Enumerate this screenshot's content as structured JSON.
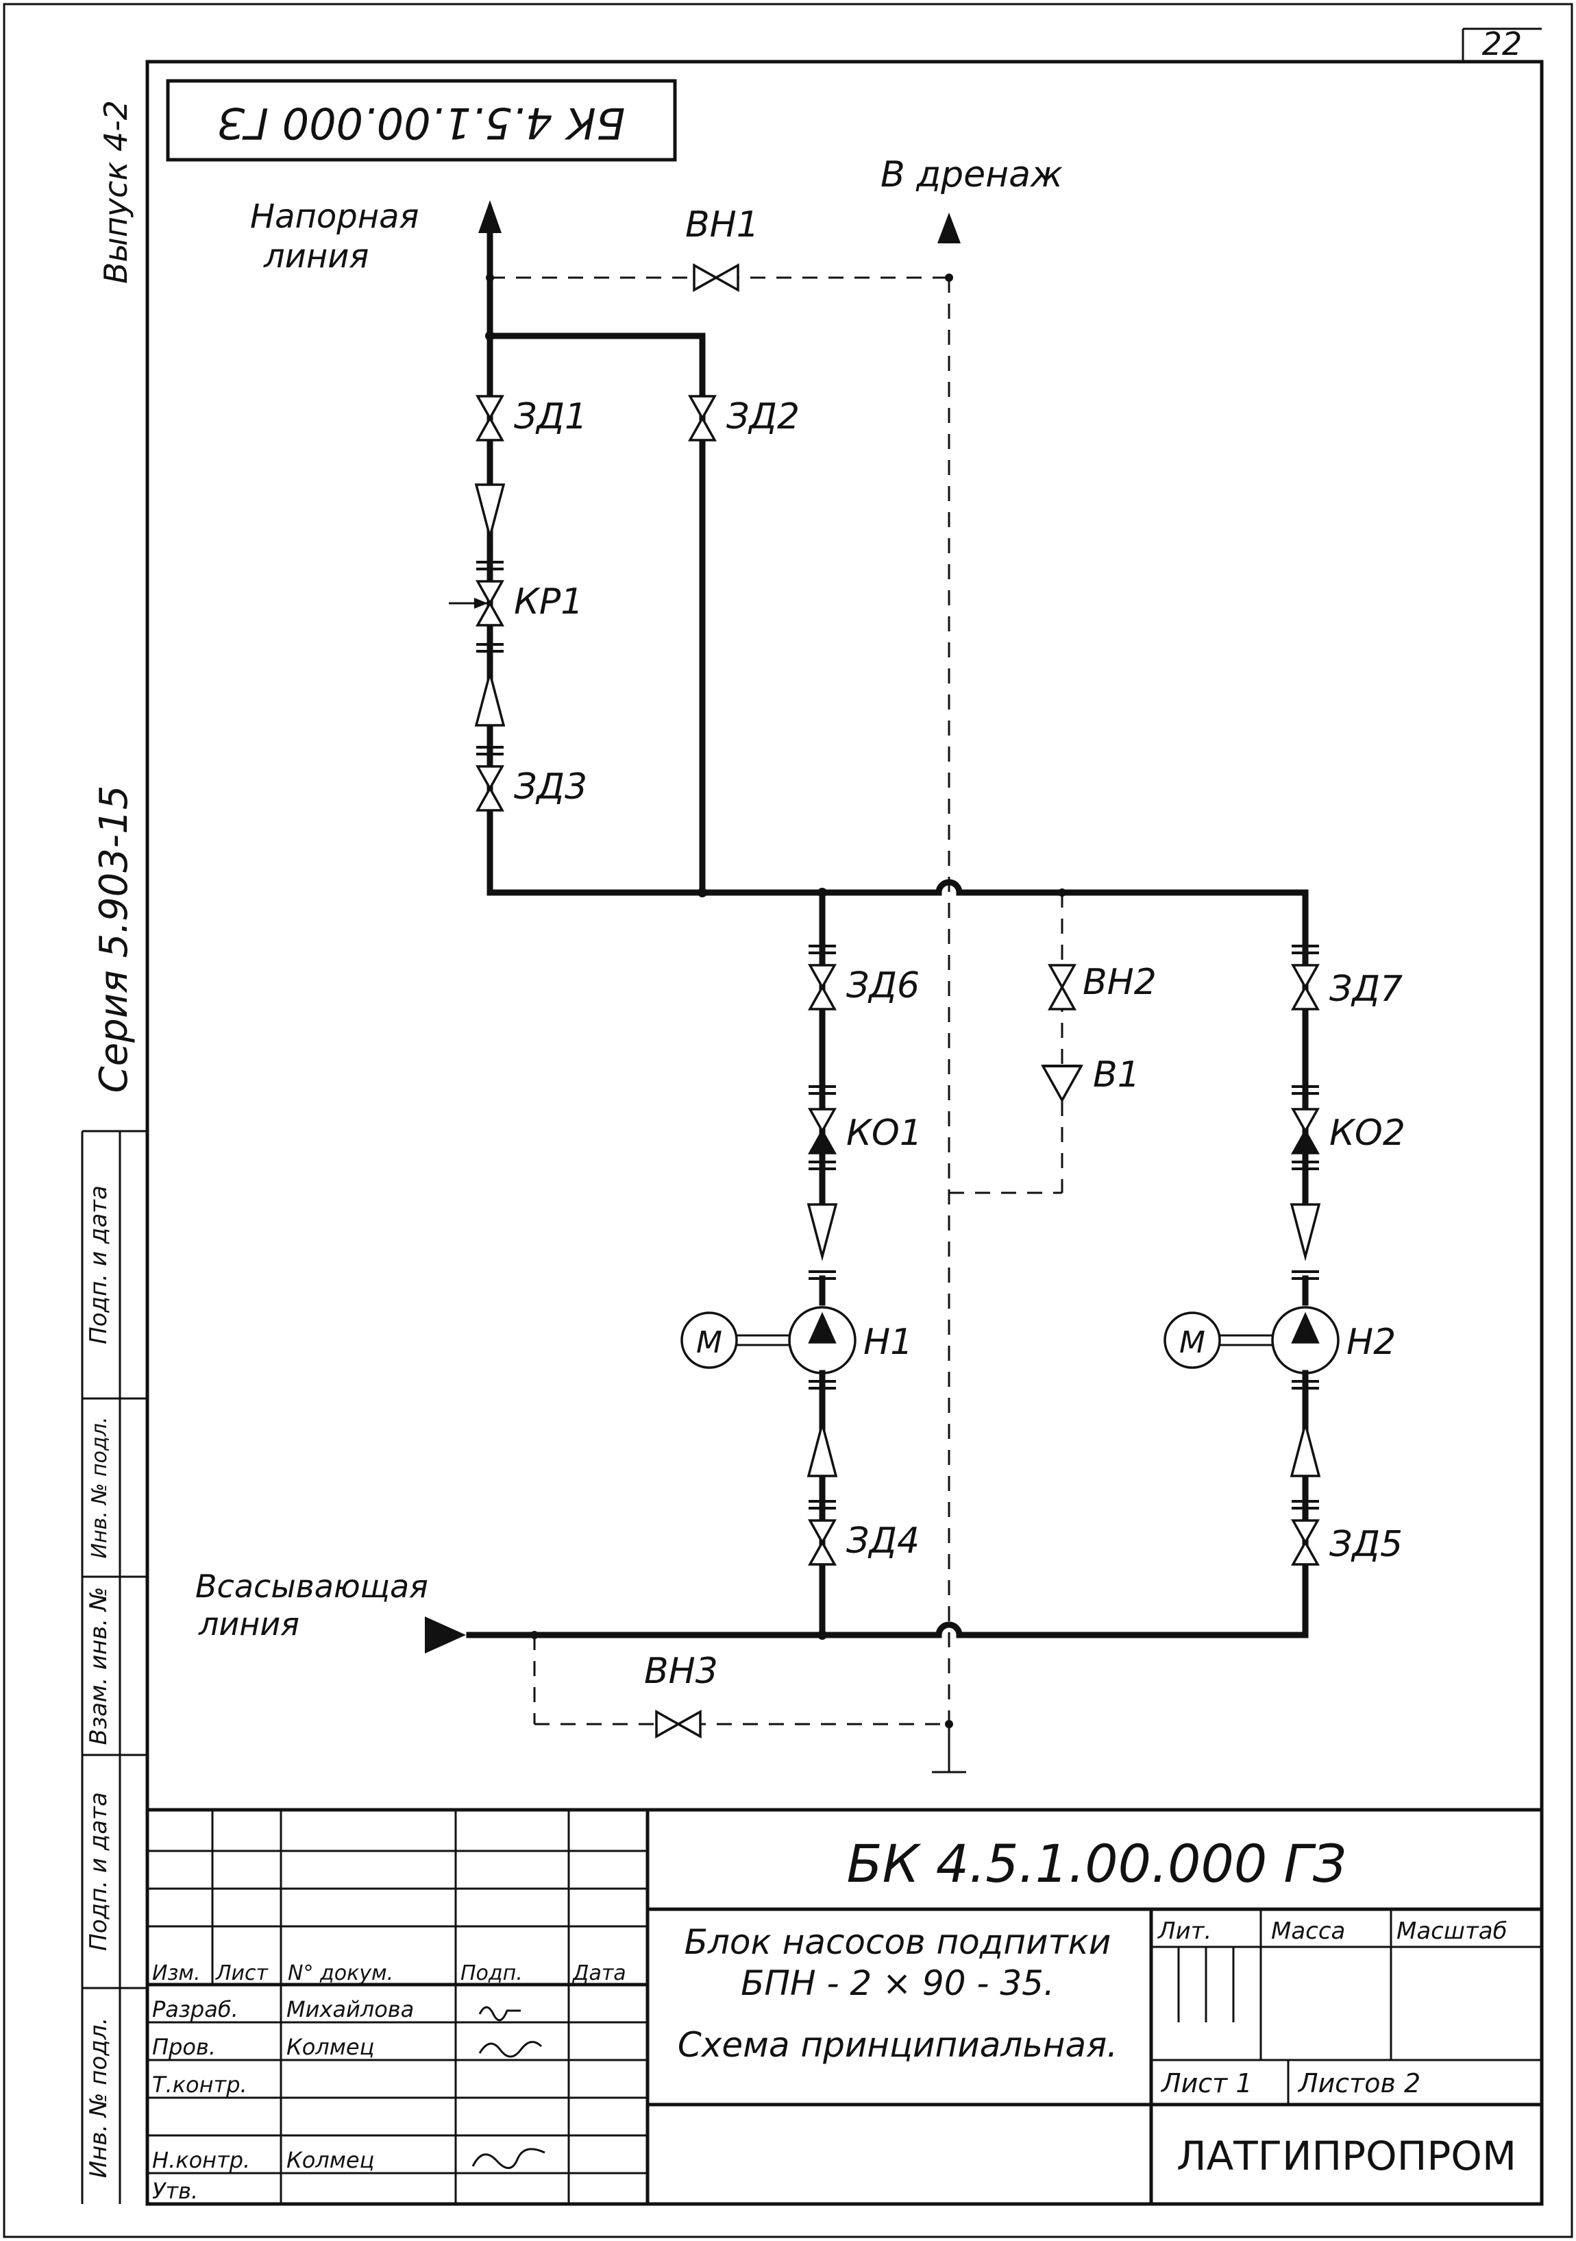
{
  "sheet_number": "22",
  "code_rotated": "БК 4.5.1.00.000 ГЗ",
  "left_margin": {
    "issue": "Выпуск 4-2",
    "series": "Серия 5.903-15",
    "stamp_cells": [
      "Подп. и дата",
      "Инв. № подл.",
      "Взам. инв. №",
      "Подп. и дата",
      "Инв. № подл."
    ]
  },
  "labels": {
    "pressure_line": [
      "Напорная",
      "линия"
    ],
    "drain": "В дренаж",
    "suction_line": [
      "Всасывающая",
      "линия"
    ]
  },
  "components": {
    "ВН1": "ВН1",
    "ЗД1": "ЗД1",
    "ЗД2": "ЗД2",
    "КР1": "КР1",
    "ЗД3": "ЗД3",
    "ЗД6": "ЗД6",
    "ВН2": "ВН2",
    "В1": "В1",
    "ЗД7": "ЗД7",
    "КО1": "КО1",
    "КО2": "КО2",
    "Н1": "Н1",
    "Н2": "Н2",
    "motor": "М",
    "ЗД4": "ЗД4",
    "ЗД5": "ЗД5",
    "ВН3": "ВН3"
  },
  "title_block": {
    "doc_code": "БК 4.5.1.00.000 ГЗ",
    "title_line1": "Блок насосов подпитки",
    "title_line2": "БПН - 2 × 90 - 35.",
    "title_line3": "Схема принципиальная.",
    "col_headers": [
      "Изм.",
      "Лист",
      "N° докум.",
      "Подп.",
      "Дата"
    ],
    "roles": [
      "Разраб.",
      "Пров.",
      "Т.контр.",
      "",
      "Н.контр.",
      "Утв."
    ],
    "names": [
      "Михайлова",
      "Колмец",
      "",
      "",
      "Колмец",
      ""
    ],
    "lit_header": "Лит.",
    "mass_header": "Масса",
    "scale_header": "Масштаб",
    "sheet_label": "Лист 1",
    "sheets_label": "Листов 2",
    "org": "ЛАТГИПРОПРОМ"
  }
}
